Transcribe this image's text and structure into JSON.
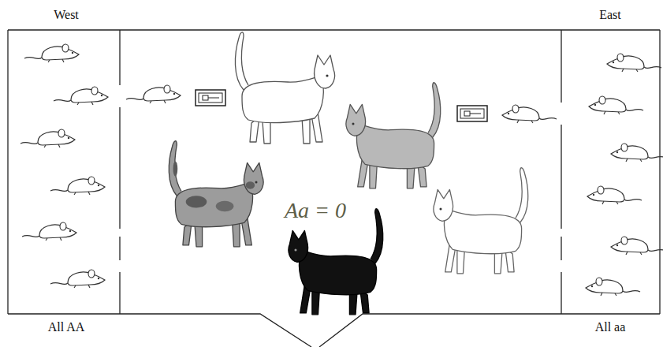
{
  "diagram": {
    "nodes": [
      {
        "text": [
          "West",
          "All AA"
        ]
      },
      {
        "text": [
          "Aa = 0"
        ]
      },
      {
        "text": [
          "East",
          "All aa"
        ]
      }
    ]
  }
}
